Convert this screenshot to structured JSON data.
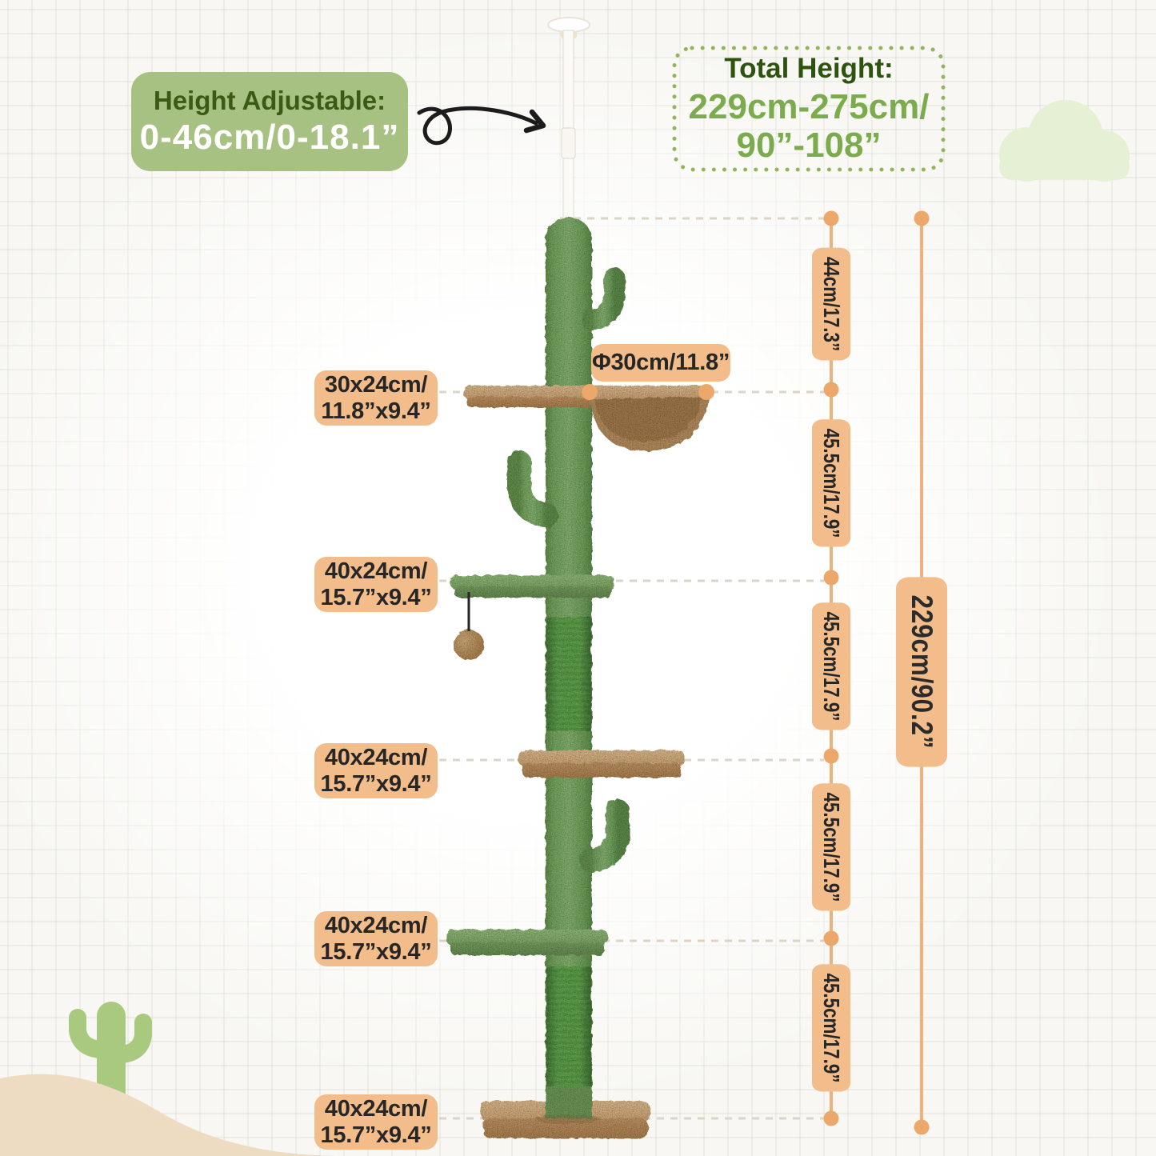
{
  "adjustable_badge": {
    "title": "Height Adjustable:",
    "value": "0-46cm/0-18.1”"
  },
  "total_height_badge": {
    "title": "Total Height:",
    "range_metric": "229cm-275cm/",
    "range_imperial": "90”-108”"
  },
  "diameter_label": {
    "text": "Φ30cm/11.8”"
  },
  "platform_labels": [
    {
      "line1": "30x24cm/",
      "line2": "11.8”x9.4”"
    },
    {
      "line1": "40x24cm/",
      "line2": "15.7”x9.4”"
    },
    {
      "line1": "40x24cm/",
      "line2": "15.7”x9.4”"
    },
    {
      "line1": "40x24cm/",
      "line2": "15.7”x9.4”"
    },
    {
      "line1": "40x24cm/",
      "line2": "15.7”x9.4”"
    }
  ],
  "segment_labels": [
    {
      "text": "44cm/17.3”"
    },
    {
      "text": "45.5cm/17.9”"
    },
    {
      "text": "45.5cm/17.9”"
    },
    {
      "text": "45.5cm/17.9”"
    },
    {
      "text": "45.5cm/17.9”"
    }
  ],
  "total_side_label": {
    "text": "229cm/90.2”"
  },
  "colors": {
    "page_bg": "#f8f7f3",
    "badge_green": "#a7c183",
    "badge_green_title": "#3b5a14",
    "badge_orange": "#f3bd8b",
    "total_title_green": "#2d540e",
    "total_value_green": "#7cab4e",
    "dotted_border_green": "#93b35c",
    "dimension_line": "#ecb27e",
    "dimension_dot": "#eca76b",
    "dash_line": "#dcd4c6",
    "cactus_green": "#6f9d5d",
    "sisal_green": "#55953f",
    "platform_green": "#95bc80",
    "platform_tan": "#d8b181",
    "sand": "#eddcc2",
    "cloud": "#e6f0d5",
    "corner_cactus": "#a9ca7e",
    "arrow_black": "#1c1c1c",
    "white_pole": "#f7f5ef"
  }
}
